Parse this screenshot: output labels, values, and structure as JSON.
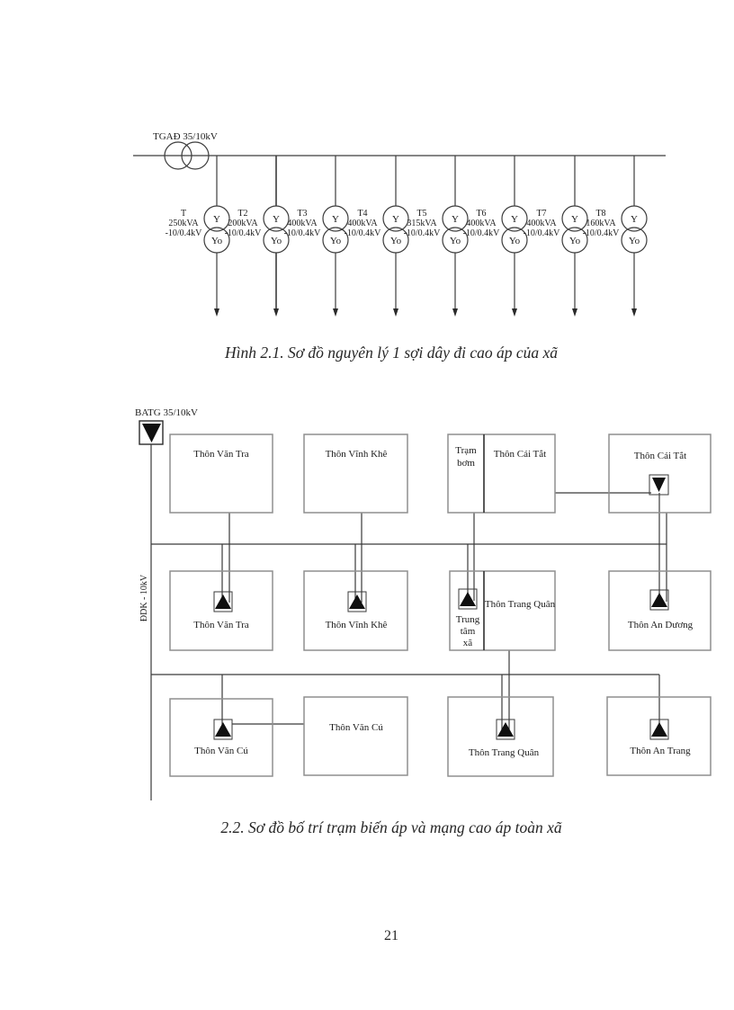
{
  "page": {
    "number": "21"
  },
  "diagram1": {
    "source_label": "TGAĐ 35/10kV",
    "winding_top": "Y",
    "winding_bottom": "Yo",
    "transformers": [
      {
        "name": "T",
        "kva": "250kVA",
        "volt": "-10/0.4kV"
      },
      {
        "name": "T2",
        "kva": "200kVA",
        "volt": "-10/0.4kV"
      },
      {
        "name": "T3",
        "kva": "400kVA",
        "volt": "-10/0.4kV"
      },
      {
        "name": "T4",
        "kva": "400kVA",
        "volt": "-10/0.4kV"
      },
      {
        "name": "T5",
        "kva": "315kVA",
        "volt": "-10/0.4kV"
      },
      {
        "name": "T6",
        "kva": "400kVA",
        "volt": "-10/0.4kV"
      },
      {
        "name": "T7",
        "kva": "400kVA",
        "volt": "-10/0.4kV"
      },
      {
        "name": "T8",
        "kva": "160kVA",
        "volt": "-10/0.4kV"
      }
    ],
    "caption": "Hình 2.1. Sơ đồ nguyên lý 1 sợi dây đi cao áp của xã"
  },
  "diagram2": {
    "source_label": "BATG 35/10kV",
    "line_label": "ĐDK - 10kV",
    "top_row": {
      "b1": "Thôn Văn Tra",
      "b2": "Thôn Vĩnh Khê",
      "b3_left_lines": [
        "Trạm",
        "bơm"
      ],
      "b3_right": "Thôn Cái Tắt",
      "b4": "Thôn Cái Tắt"
    },
    "mid_row": {
      "b1": "Thôn Văn Tra",
      "b2": "Thôn Vĩnh Khê",
      "b3_left_lines": [
        "Trung",
        "tâm",
        "xã"
      ],
      "b3_right": "Thôn Trang Quân",
      "b4": "Thôn An Dương"
    },
    "bot_row": {
      "b1": "Thôn Văn Cú",
      "b2": "Thôn Văn Cú",
      "b3": "Thôn Trang Quân",
      "b4": "Thôn An Trang"
    },
    "caption": "2.2. Sơ đồ bố trí trạm biến áp và mạng cao áp toàn xã"
  }
}
